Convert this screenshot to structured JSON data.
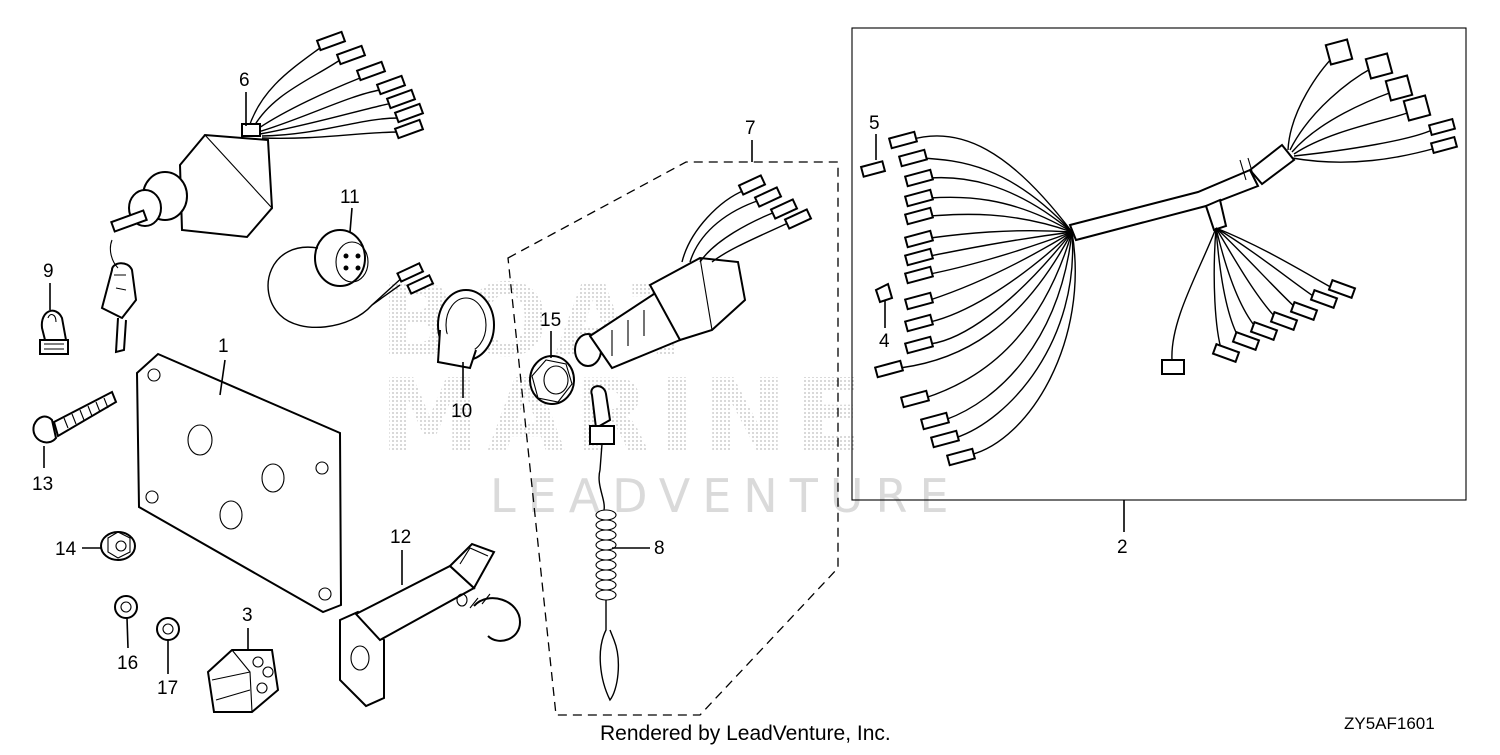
{
  "callouts": [
    {
      "id": "1",
      "text": "1"
    },
    {
      "id": "2",
      "text": "2"
    },
    {
      "id": "3",
      "text": "3"
    },
    {
      "id": "4",
      "text": "4"
    },
    {
      "id": "5",
      "text": "5"
    },
    {
      "id": "6",
      "text": "6"
    },
    {
      "id": "7",
      "text": "7"
    },
    {
      "id": "8",
      "text": "8"
    },
    {
      "id": "9",
      "text": "9"
    },
    {
      "id": "10",
      "text": "10"
    },
    {
      "id": "11",
      "text": "11"
    },
    {
      "id": "12",
      "text": "12"
    },
    {
      "id": "13",
      "text": "13"
    },
    {
      "id": "14",
      "text": "14"
    },
    {
      "id": "15",
      "text": "15"
    },
    {
      "id": "16",
      "text": "16"
    },
    {
      "id": "17",
      "text": "17"
    }
  ],
  "watermark": {
    "word1": "BOAT",
    "word2": "MARINE",
    "word3": "LEADVENTURE"
  },
  "footer": {
    "credit": "Rendered by LeadVenture, Inc.",
    "diagram_code": "ZY5AF1601"
  },
  "colors": {
    "line": "#000000",
    "background": "#ffffff",
    "watermark": "#c9c9c9"
  }
}
